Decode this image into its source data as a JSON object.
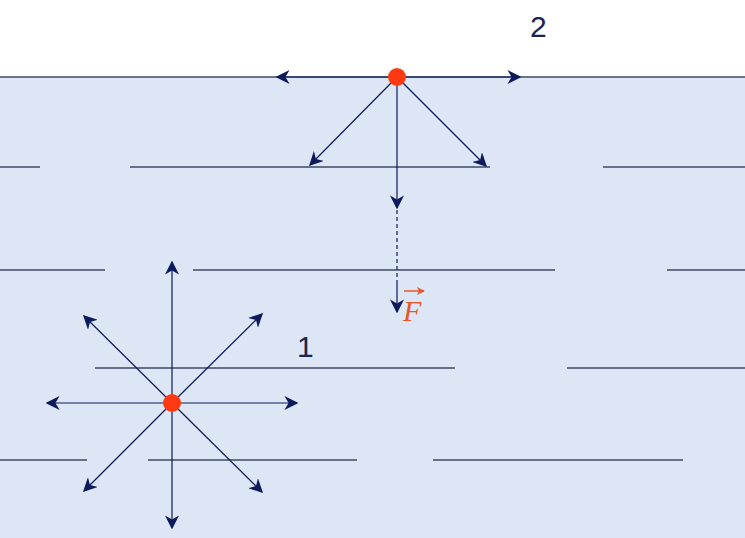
{
  "diagram": {
    "labels": [
      "2",
      "1",
      "F"
    ]
  }
}
